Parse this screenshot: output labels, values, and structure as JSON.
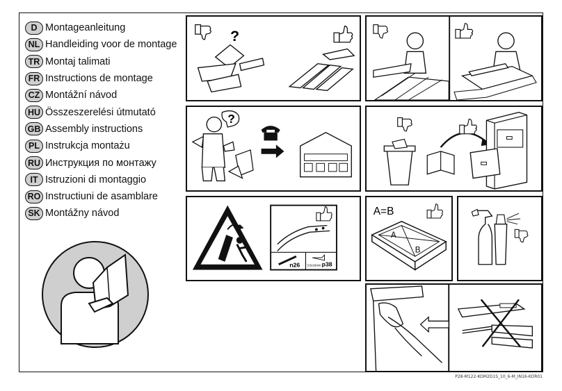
{
  "languages": [
    {
      "code": "D",
      "label": "Montageanleitung"
    },
    {
      "code": "NL",
      "label": "Handleiding voor de montage"
    },
    {
      "code": "TR",
      "label": "Montaj talimati"
    },
    {
      "code": "FR",
      "label": "Instructions de montage"
    },
    {
      "code": "CZ",
      "label": "Montážní návod"
    },
    {
      "code": "HU",
      "label": "Összeszerelési útmutató"
    },
    {
      "code": "GB",
      "label": "Assembly instructions"
    },
    {
      "code": "PL",
      "label": "Instrukcja montażu"
    },
    {
      "code": "RU",
      "label": "Инструкция по монтажу"
    },
    {
      "code": "IT",
      "label": "Istruzioni di montaggio"
    },
    {
      "code": "RO",
      "label": "Instructiuni de asamblare"
    },
    {
      "code": "SK",
      "label": "Montážny návod"
    }
  ],
  "panels": {
    "question_mark": "?",
    "equation": "A=B",
    "label_a": "A",
    "label_b": "B",
    "page_ref_1": "n26",
    "page_ref_2": "p38",
    "screw_size": "3,5x16mm"
  },
  "icons": {
    "thumbs_up": "thumbs-up-icon",
    "thumbs_down": "thumbs-down-icon",
    "telephone": "telephone-icon",
    "warning": "warning-triangle-icon"
  },
  "footer": {
    "code": "P28-M122-KOM2D1S_10_6-M_IN16-KOR01"
  }
}
